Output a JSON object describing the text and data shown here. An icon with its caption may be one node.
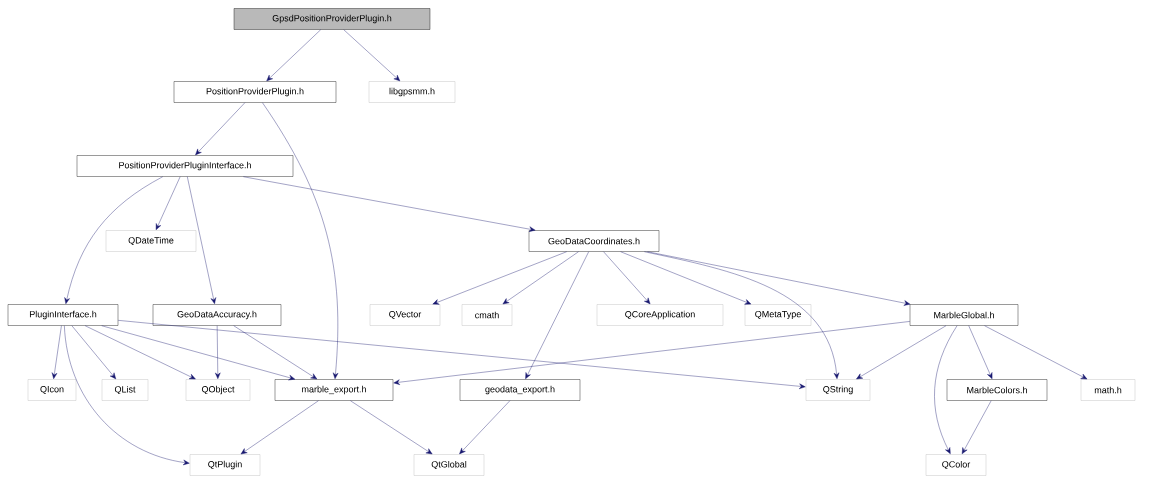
{
  "diagram": {
    "nodes": [
      {
        "text": [
          "GpsdPositionProviderPlugin.h"
        ]
      },
      {
        "text": [
          "PositionProviderPlugin.h"
        ]
      },
      {
        "text": [
          "libgpsmm.h"
        ]
      },
      {
        "text": [
          "PositionProviderPluginInterface.h"
        ]
      },
      {
        "text": [
          "QDateTime"
        ]
      },
      {
        "text": [
          "GeoDataCoordinates.h"
        ]
      },
      {
        "text": [
          "PluginInterface.h"
        ]
      },
      {
        "text": [
          "GeoDataAccuracy.h"
        ]
      },
      {
        "text": [
          "QVector"
        ]
      },
      {
        "text": [
          "cmath"
        ]
      },
      {
        "text": [
          "QCoreApplication"
        ]
      },
      {
        "text": [
          "QMetaType"
        ]
      },
      {
        "text": [
          "MarbleGlobal.h"
        ]
      },
      {
        "text": [
          "QIcon"
        ]
      },
      {
        "text": [
          "QList"
        ]
      },
      {
        "text": [
          "QObject"
        ]
      },
      {
        "text": [
          "marble_export.h"
        ]
      },
      {
        "text": [
          "geodata_export.h"
        ]
      },
      {
        "text": [
          "QString"
        ]
      },
      {
        "text": [
          "MarbleColors.h"
        ]
      },
      {
        "text": [
          "math.h"
        ]
      },
      {
        "text": [
          "QtPlugin"
        ]
      },
      {
        "text": [
          "QtGlobal"
        ]
      },
      {
        "text": [
          "QColor"
        ]
      }
    ],
    "edges": [
      {
        "from": 0,
        "to": 1,
        "arrow": "to"
      },
      {
        "from": 0,
        "to": 2,
        "arrow": "to"
      },
      {
        "from": 1,
        "to": 3,
        "arrow": "to"
      },
      {
        "from": 1,
        "to": 16,
        "arrow": "to"
      },
      {
        "from": 3,
        "to": 6,
        "arrow": "to"
      },
      {
        "from": 3,
        "to": 4,
        "arrow": "to"
      },
      {
        "from": 3,
        "to": 7,
        "arrow": "to"
      },
      {
        "from": 3,
        "to": 5,
        "arrow": "to"
      },
      {
        "from": 5,
        "to": 8,
        "arrow": "to"
      },
      {
        "from": 5,
        "to": 9,
        "arrow": "to"
      },
      {
        "from": 5,
        "to": 17,
        "arrow": "to"
      },
      {
        "from": 5,
        "to": 10,
        "arrow": "to"
      },
      {
        "from": 5,
        "to": 11,
        "arrow": "to"
      },
      {
        "from": 5,
        "to": 18,
        "arrow": "to"
      },
      {
        "from": 5,
        "to": 12,
        "arrow": "to"
      },
      {
        "from": 6,
        "to": 13,
        "arrow": "to"
      },
      {
        "from": 6,
        "to": 14,
        "arrow": "to"
      },
      {
        "from": 6,
        "to": 15,
        "arrow": "to"
      },
      {
        "from": 6,
        "to": 16,
        "arrow": "to"
      },
      {
        "from": 6,
        "to": 18,
        "arrow": "to"
      },
      {
        "from": 6,
        "to": 21,
        "arrow": "to"
      },
      {
        "from": 7,
        "to": 15,
        "arrow": "to"
      },
      {
        "from": 7,
        "to": 16,
        "arrow": "to"
      },
      {
        "from": 12,
        "to": 16,
        "arrow": "to"
      },
      {
        "from": 12,
        "to": 18,
        "arrow": "to"
      },
      {
        "from": 12,
        "to": 23,
        "arrow": "to"
      },
      {
        "from": 12,
        "to": 19,
        "arrow": "to"
      },
      {
        "from": 12,
        "to": 20,
        "arrow": "to"
      },
      {
        "from": 16,
        "to": 21,
        "arrow": "to"
      },
      {
        "from": 16,
        "to": 22,
        "arrow": "to"
      },
      {
        "from": 17,
        "to": 22,
        "arrow": "to"
      },
      {
        "from": 19,
        "to": 23,
        "arrow": "to"
      }
    ]
  }
}
